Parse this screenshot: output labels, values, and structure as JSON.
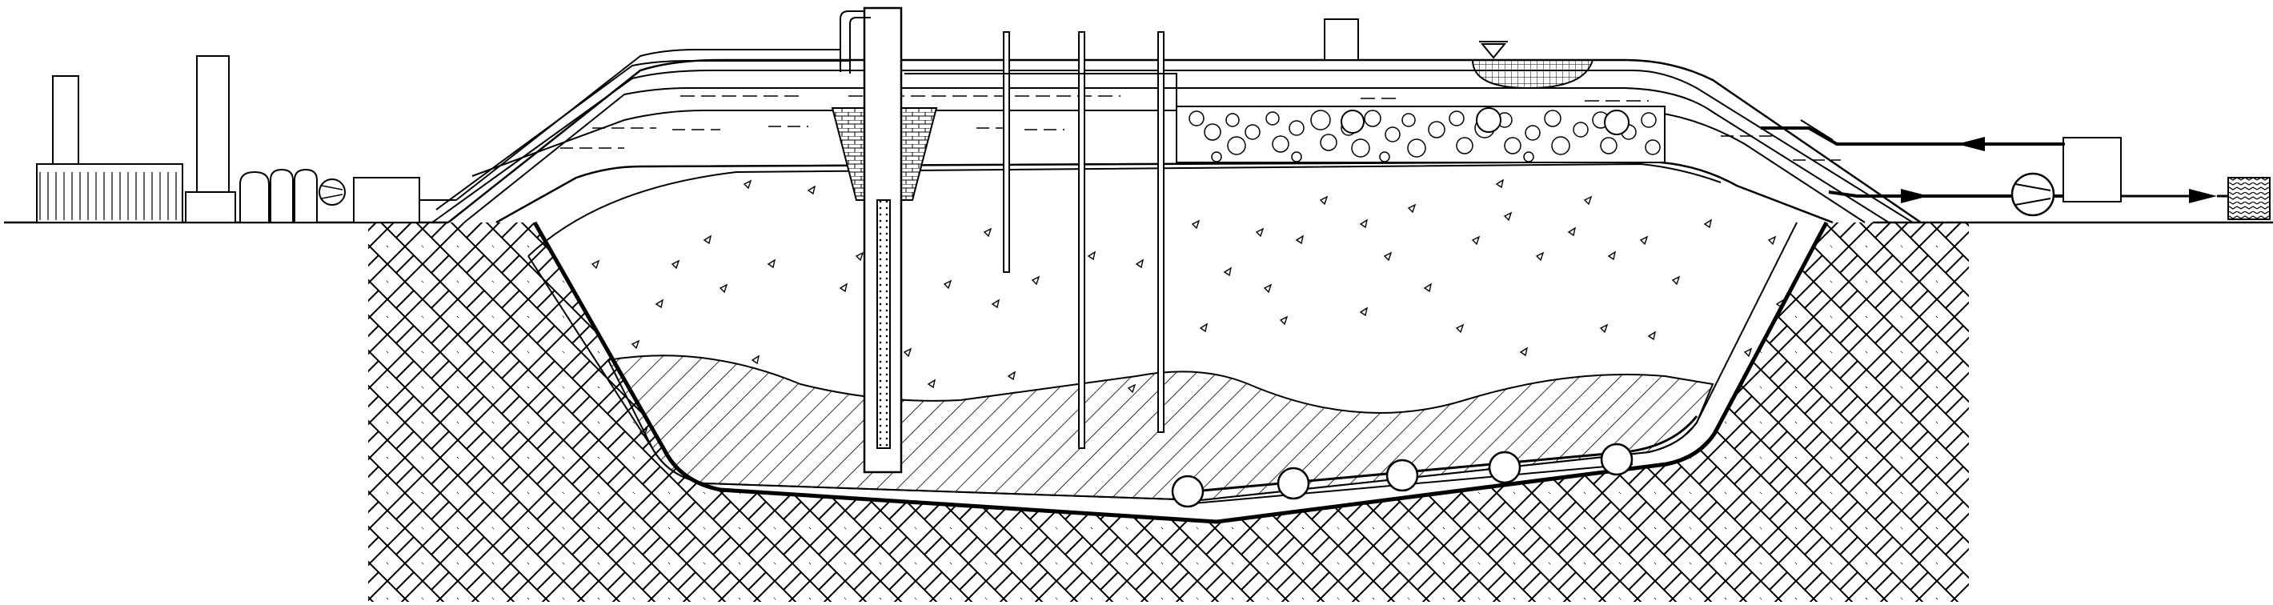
{
  "diagram": {
    "type": "landfill cross-section",
    "texts": [],
    "colors": {
      "line": "#000000",
      "background": "#ffffff"
    },
    "components": [
      "ground-surface",
      "natural-soil-herringbone",
      "landfill-liner",
      "waste-body",
      "compacted-bottom-waste",
      "cover-layers",
      "gas-extraction-well",
      "monitoring-probes",
      "gravel-drainage-layer",
      "surface-water-pond",
      "leachate-collection-pipes",
      "leachate-pumping-station",
      "gas-utilisation-plant",
      "treatment-outlet"
    ],
    "icons": [
      "industrial-building-icon",
      "pump-icon",
      "flow-arrow-icon",
      "filter-box-icon",
      "water-level-triangle-icon"
    ]
  }
}
